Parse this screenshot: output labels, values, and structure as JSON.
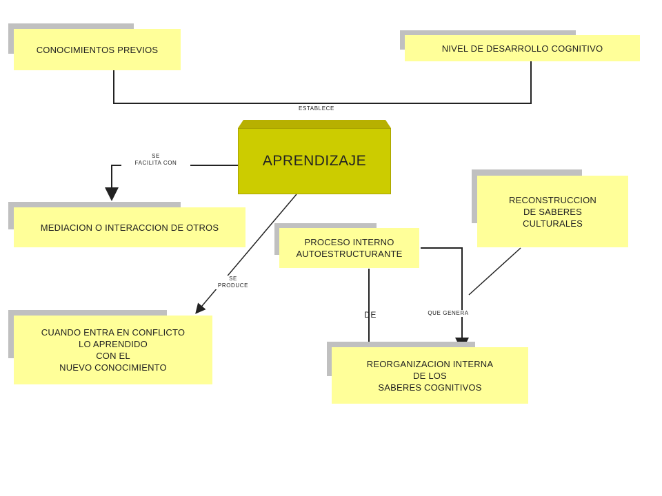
{
  "diagram": {
    "central": {
      "label": "APRENDIZAJE"
    },
    "nodes": {
      "conocimientos_previos": "CONOCIMIENTOS PREVIOS",
      "nivel_desarrollo": "NIVEL DE DESARROLLO COGNITIVO",
      "mediacion": "MEDIACION O INTERACCION DE OTROS",
      "conflicto": "CUANDO ENTRA EN CONFLICTO\nLO APRENDIDO\nCON EL\nNUEVO CONOCIMIENTO",
      "proceso_interno": "PROCESO INTERNO\nAUTOESTRUCTURANTE",
      "reconstruccion": "RECONSTRUCCION\nDE SABERES\nCULTURALES",
      "reorganizacion": "REORGANIZACION INTERNA\nDE LOS\nSABERES COGNITIVOS"
    },
    "link_labels": {
      "establece": "ESTABLECE",
      "se_facilita_con": "SE\nFACILITA CON",
      "se_produce": "SE\nPRODUCE",
      "de": "DE",
      "que_genera": "QUE GENERA"
    },
    "colors": {
      "node_fill": "#ffff99",
      "central_fill": "#cccc00",
      "shadow": "#c0c0c0",
      "line": "#222222"
    }
  }
}
